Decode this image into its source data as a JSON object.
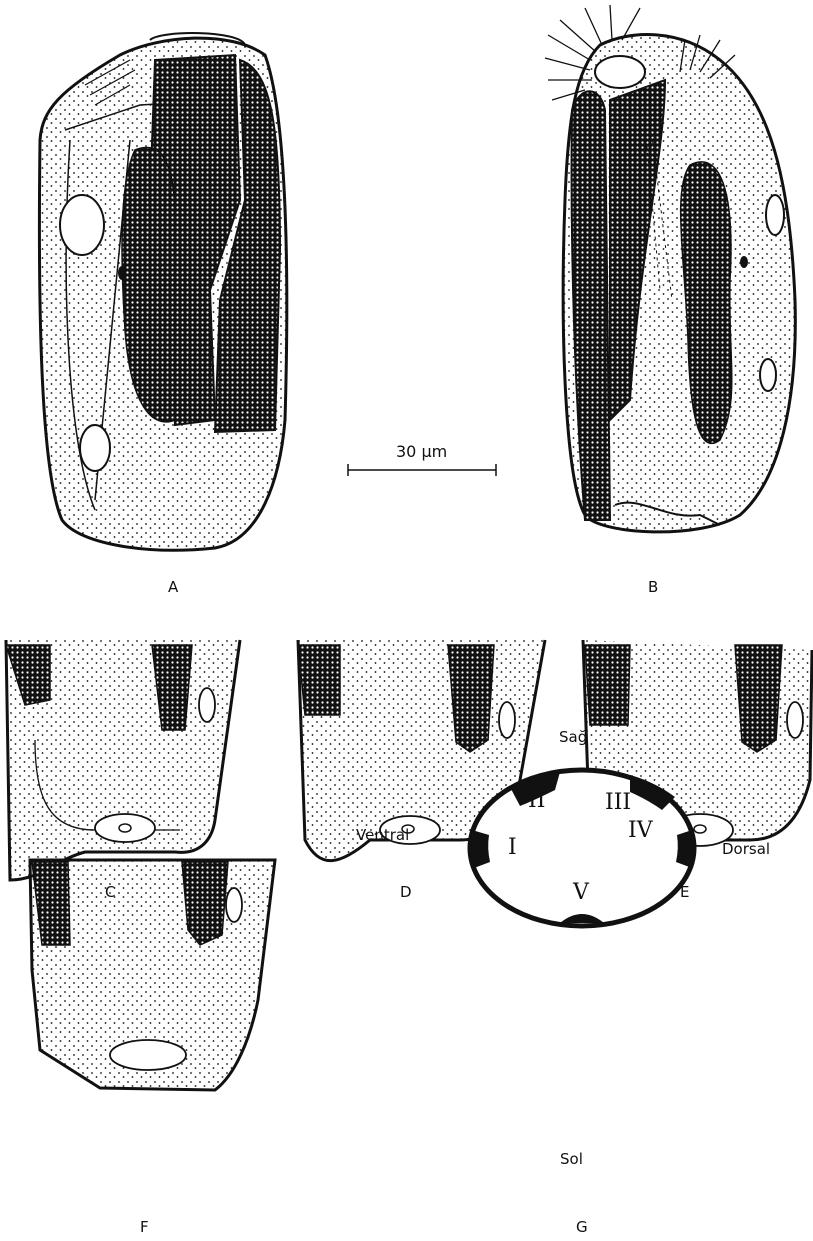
{
  "scale_bar": {
    "label": "30 µm"
  },
  "panels": [
    {
      "id": "A",
      "label": "A"
    },
    {
      "id": "B",
      "label": "B"
    },
    {
      "id": "C",
      "label": "C"
    },
    {
      "id": "D",
      "label": "D"
    },
    {
      "id": "E",
      "label": "E"
    },
    {
      "id": "F",
      "label": "F"
    },
    {
      "id": "G",
      "label": "G"
    }
  ],
  "diagram_g": {
    "top": "Sağ",
    "bottom": "Sol",
    "left": "Ventral",
    "right": "Dorsal",
    "kineties": [
      "I",
      "II",
      "III",
      "IV",
      "V"
    ]
  }
}
